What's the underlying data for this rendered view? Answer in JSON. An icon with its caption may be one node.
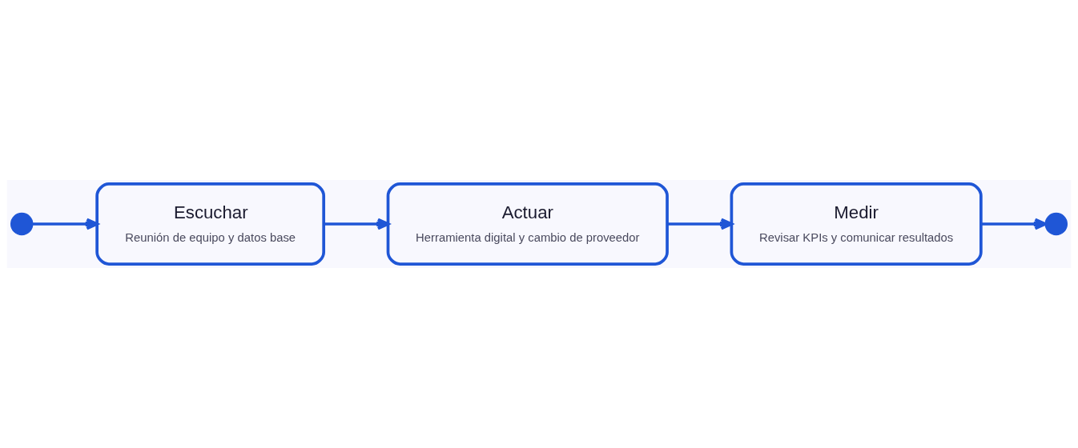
{
  "diagram": {
    "nodes": [
      {
        "text": [],
        "shape": "circle"
      },
      {
        "text": [
          "Escuchar",
          "Reunión de equipo y datos base"
        ]
      },
      {
        "text": [
          "Actuar",
          "Herramienta digital y cambio de proveedor"
        ]
      },
      {
        "text": [
          "Medir",
          "Revisar KPIs y comunicar resultados"
        ]
      },
      {
        "text": [],
        "shape": "circle"
      }
    ],
    "edges": [
      {
        "from": 0,
        "to": 1,
        "arrow": "to"
      },
      {
        "from": 1,
        "to": 2,
        "arrow": "to"
      },
      {
        "from": 2,
        "to": 3,
        "arrow": "to"
      },
      {
        "from": 3,
        "to": 4,
        "arrow": "to"
      }
    ]
  }
}
